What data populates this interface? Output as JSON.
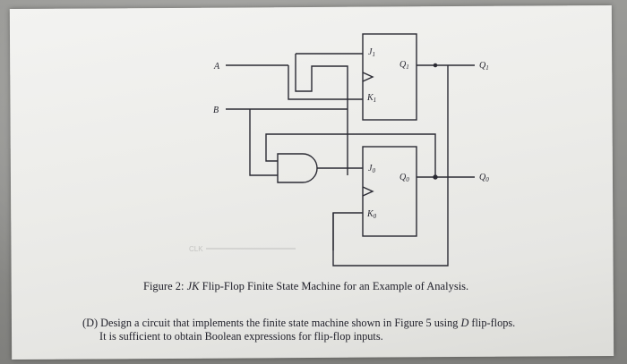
{
  "diagram": {
    "inputs": {
      "a": "A",
      "b": "B"
    },
    "clock_label": "CLK",
    "flipflop_1": {
      "j": "J",
      "j_sub": "1",
      "k": "K",
      "k_sub": "1",
      "q": "Q",
      "q_sub": "1"
    },
    "flipflop_0": {
      "j": "J",
      "j_sub": "0",
      "k": "K",
      "k_sub": "0",
      "q": "Q",
      "q_sub": "0"
    },
    "outputs": {
      "q1": {
        "name": "Q",
        "sub": "1"
      },
      "q0": {
        "name": "Q",
        "sub": "0"
      }
    }
  },
  "caption": {
    "prefix": "Figure 2: ",
    "italic": "JK",
    "suffix": " Flip-Flop Finite State Machine for an Example of Analysis."
  },
  "task": {
    "line1_before": "(D) Design a circuit that implements the finite state machine shown in Figure 5 using ",
    "line1_italic": "D",
    "line1_after": " flip-flops.",
    "line2": "It is sufficient to obtain Boolean expressions for flip-flop inputs."
  }
}
